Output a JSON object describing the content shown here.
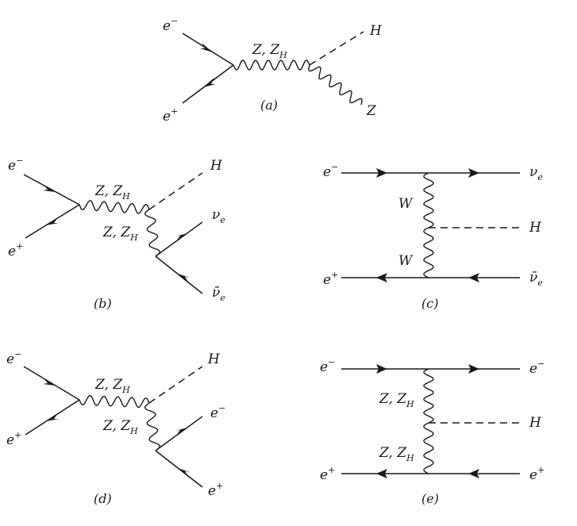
{
  "diagrams": {
    "a": {
      "caption": "(a)",
      "in_top": "e",
      "in_top_sup": "−",
      "in_bot": "e",
      "in_bot_sup": "+",
      "prop": "Z, Z",
      "prop_sub": "H",
      "out_h": "H",
      "out_z": "Z"
    },
    "b": {
      "caption": "(b)",
      "in_top": "e",
      "in_top_sup": "−",
      "in_bot": "e",
      "in_bot_sup": "+",
      "prop1": "Z, Z",
      "prop1_sub": "H",
      "prop2": "Z, Z",
      "prop2_sub": "H",
      "out_h": "H",
      "out_top": "ν",
      "out_top_sub": "e",
      "out_bot": "ν̄",
      "out_bot_sub": "e"
    },
    "c": {
      "caption": "(c)",
      "in_top": "e",
      "in_top_sup": "−",
      "in_bot": "e",
      "in_bot_sup": "+",
      "w1": "W",
      "w2": "W",
      "out_h": "H",
      "out_top": "ν",
      "out_top_sub": "e",
      "out_bot": "ν̄",
      "out_bot_sub": "e"
    },
    "d": {
      "caption": "(d)",
      "in_top": "e",
      "in_top_sup": "−",
      "in_bot": "e",
      "in_bot_sup": "+",
      "prop1": "Z, Z",
      "prop1_sub": "H",
      "prop2": "Z, Z",
      "prop2_sub": "H",
      "out_h": "H",
      "out_top": "e",
      "out_top_sup": "−",
      "out_bot": "e",
      "out_bot_sup": "+"
    },
    "e": {
      "caption": "(e)",
      "in_top": "e",
      "in_top_sup": "−",
      "in_bot": "e",
      "in_bot_sup": "+",
      "z1": "Z, Z",
      "z1_sub": "H",
      "z2": "Z, Z",
      "z2_sub": "H",
      "out_h": "H",
      "out_top": "e",
      "out_top_sup": "−",
      "out_bot": "e",
      "out_bot_sup": "+"
    }
  }
}
